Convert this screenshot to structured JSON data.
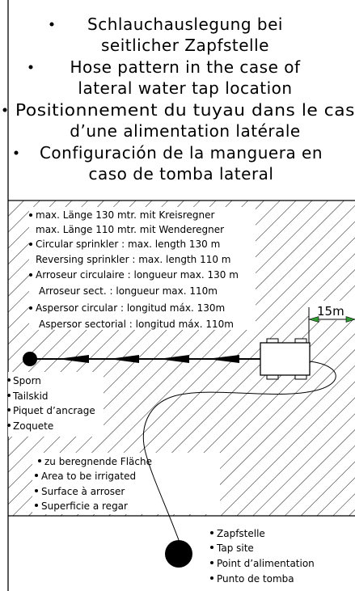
{
  "title": {
    "de": {
      "line1": "Schlauchauslegung bei",
      "line2": "seitlicher Zapfstelle"
    },
    "en": {
      "line1": "Hose pattern in the case of",
      "line2": "lateral water tap location"
    },
    "fr": {
      "line1": "Positionnement du tuyau dans le cas",
      "line2": "d’une alimentation latérale"
    },
    "es": {
      "line1": "Configuración de la manguera en",
      "line2": "caso de tomba lateral"
    }
  },
  "max_length_notes": [
    "max. Länge 130 mtr. mit Kreisregner",
    "max. Länge 110 mtr. mit Wenderegner",
    "Circular sprinkler : max. length 130 m",
    "Reversing sprinkler : max. length 110 m",
    "Arroseur circulaire : longueur max. 130 m",
    "Arroseur sect. : longueur max. 110m",
    "Aspersor circular : longitud máx. 130m",
    "Aspersor sectorial : longitud máx. 110m"
  ],
  "dimension_label": "15m",
  "anchor_labels": [
    "Sporn",
    "Tailskid",
    "Piquet d’ancrage",
    "Zoquete"
  ],
  "area_labels": [
    "zu beregnende Fläche",
    "Area to be irrigated",
    "Surface à arroser",
    "Superficie a regar"
  ],
  "tap_labels": [
    "Zapfstelle",
    "Tap site",
    "Point d’alimentation",
    "Punto de tomba"
  ]
}
